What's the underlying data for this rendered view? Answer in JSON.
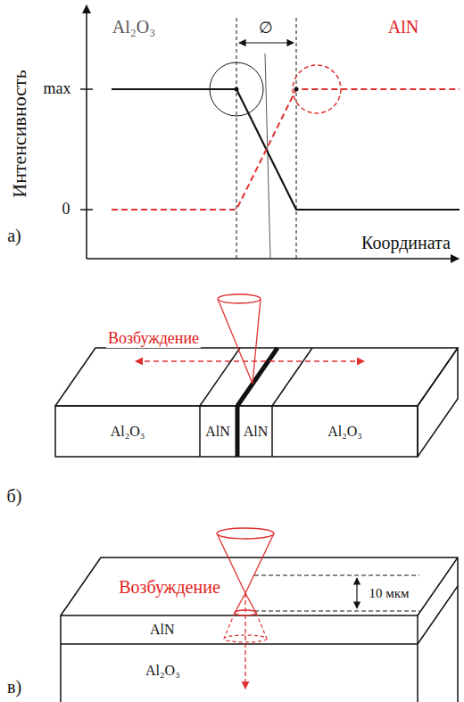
{
  "diagram": {
    "nodes": [
      {
        "text": [
          "Al₂O₃"
        ]
      },
      {
        "text": [
          "AlN"
        ]
      },
      {
        "text": [
          "AlN"
        ]
      },
      {
        "text": [
          "Al₂O₃"
        ]
      },
      {
        "text": [
          "AlN"
        ]
      },
      {
        "text": [
          "Al₂O₃"
        ]
      }
    ],
    "labels": [
      "Al₂O₃",
      "AlN",
      "max",
      "0",
      "Интенсивность",
      "Координата",
      "а)",
      "∅",
      "Возбуждение",
      "б)",
      "Возбуждение",
      "10 мкм",
      "в)"
    ]
  }
}
